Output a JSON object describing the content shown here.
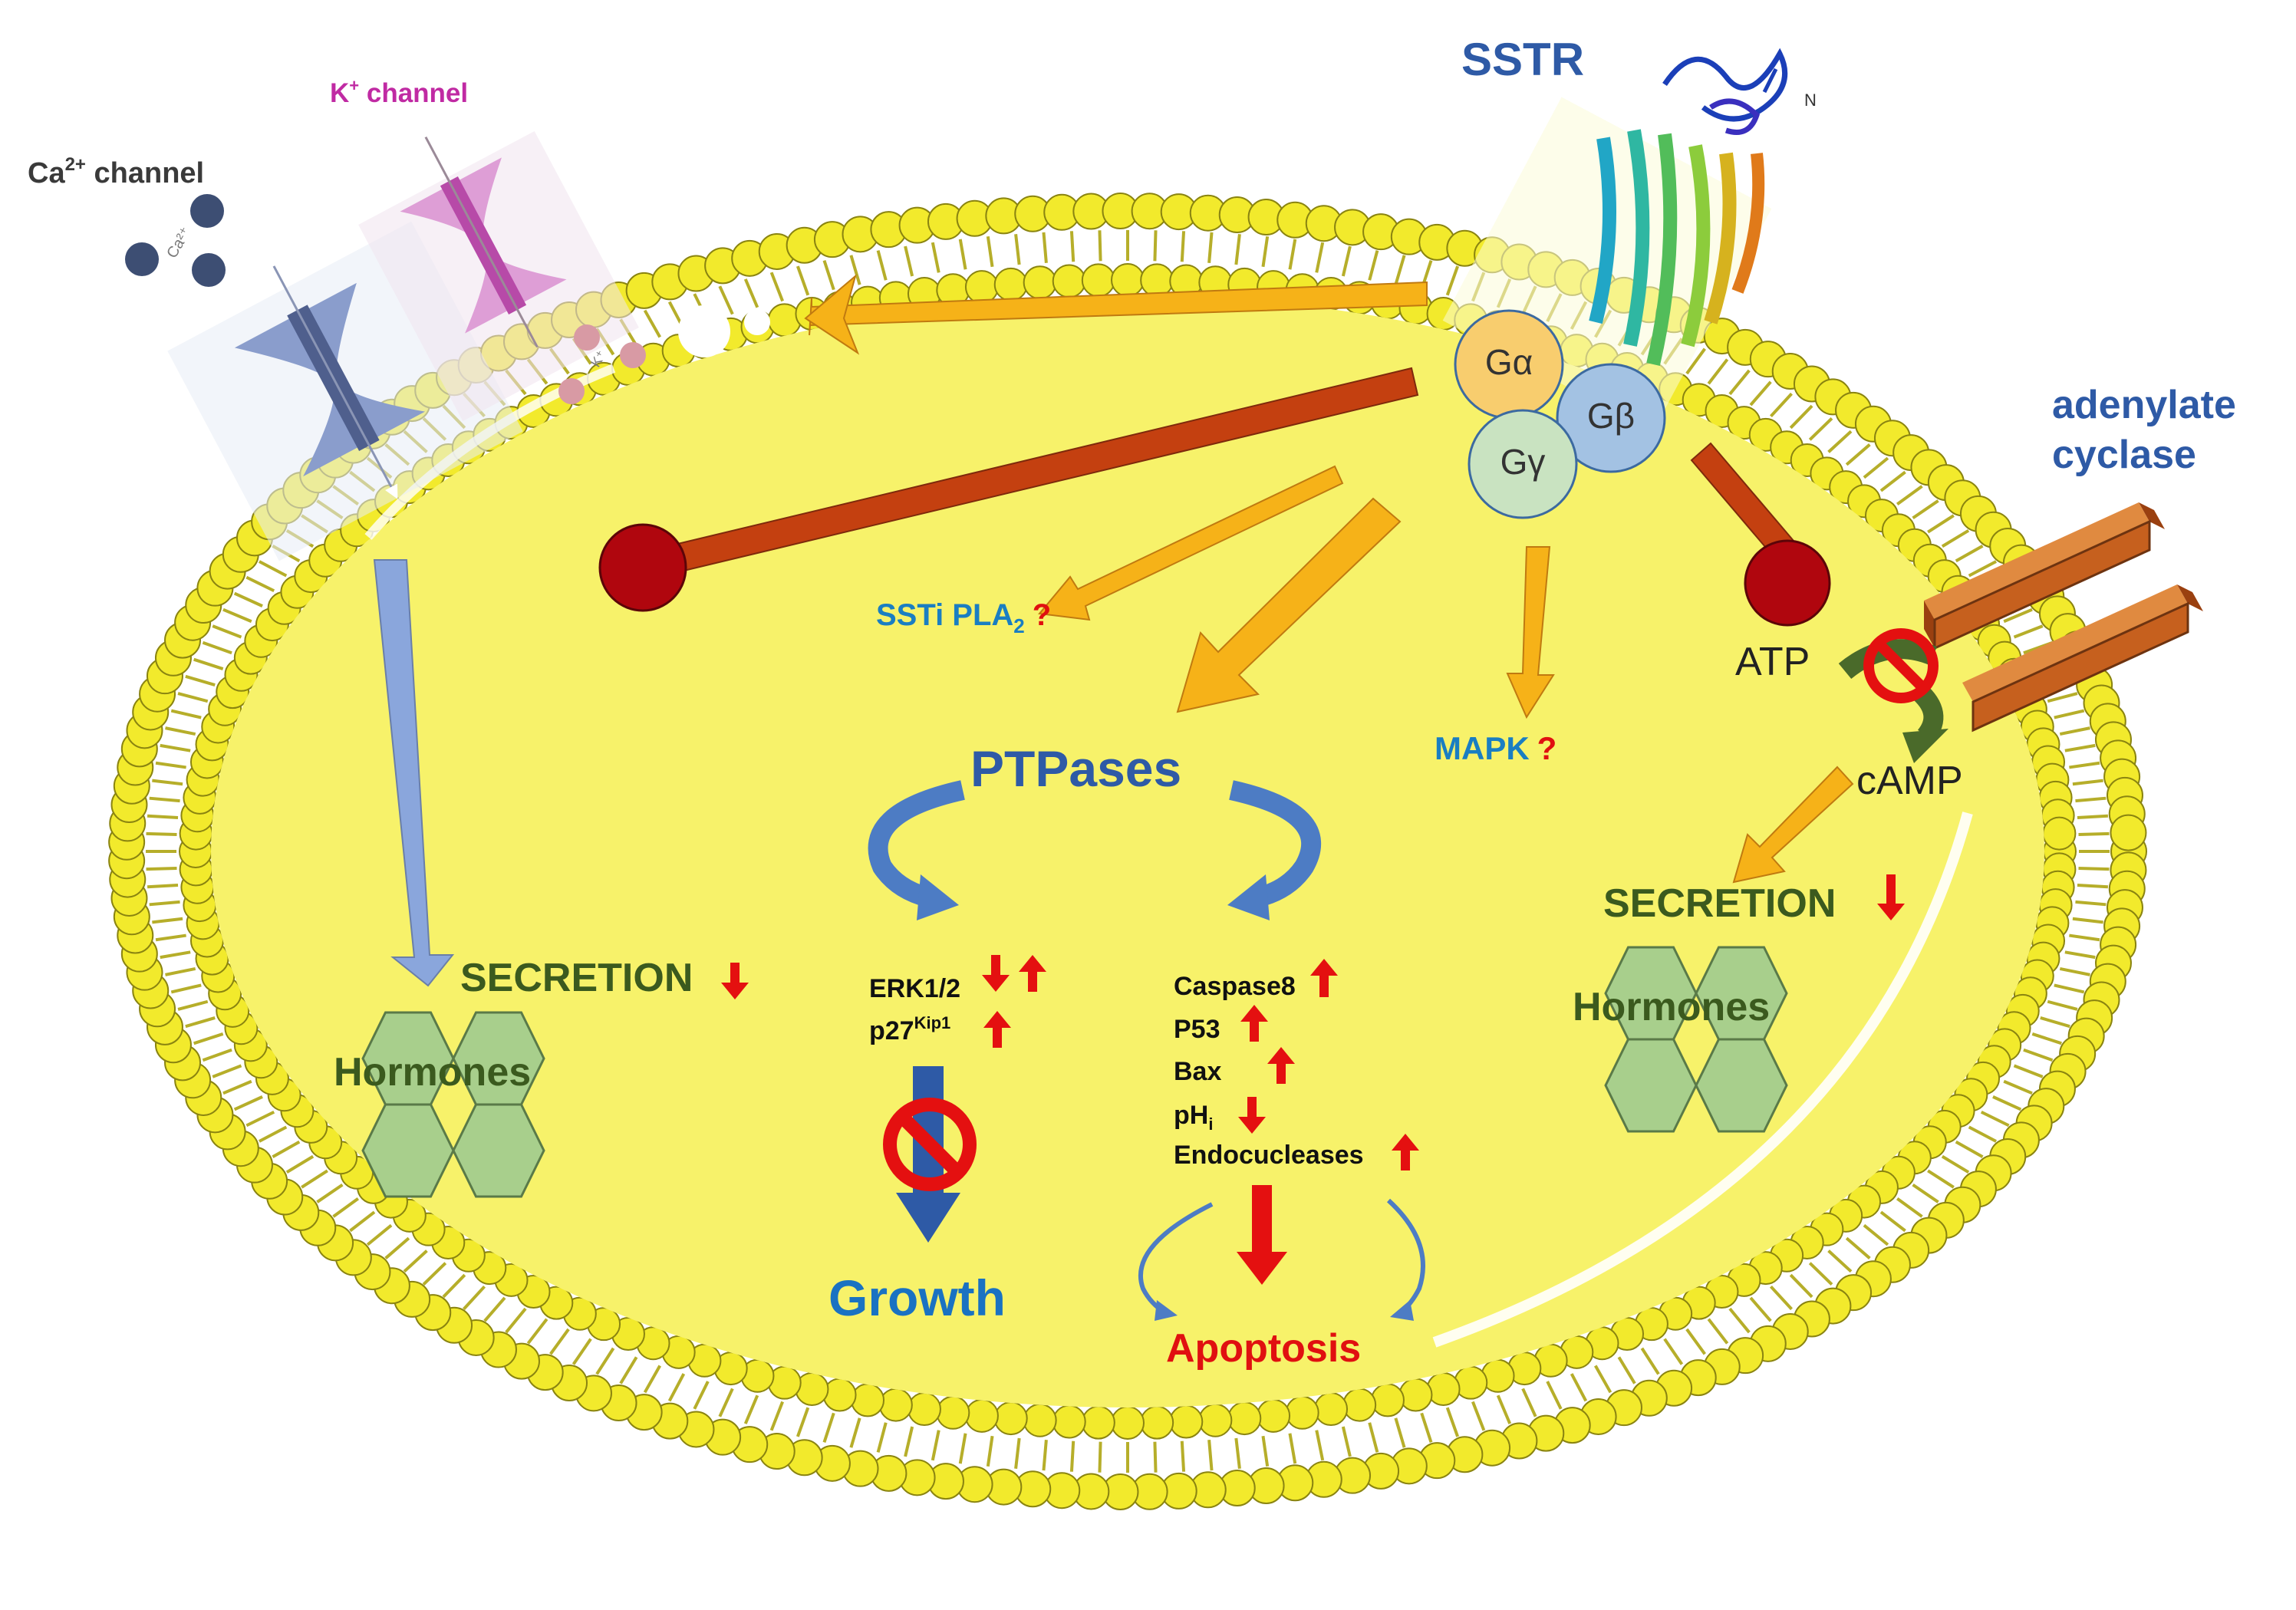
{
  "colors": {
    "membrane_bead": "#f2ea2c",
    "bead_stroke": "#8a8410",
    "cytoplasm": "#f7f26a",
    "orange_arrow": "#f6b218",
    "inhibit_bar": "#c44010",
    "inhibit_head": "#b0060e",
    "blue_text": "#2e5aa6",
    "cyan_text": "#1a7ec2",
    "red_text": "#e01010",
    "dark_green_text": "#3b5a1e",
    "hexagon": "#a8cf8c",
    "adenylate": "#c6601e"
  },
  "icons": {
    "ca_channel": "ion-channel-icon",
    "k_channel": "ion-channel-icon",
    "receptor": "protein-ribbon-icon",
    "up": "red-up-arrow-icon",
    "down": "red-down-arrow-icon",
    "block": "prohibition-sign-icon"
  },
  "labels": {
    "ca_channel": "Ca",
    "ca_sup": "2+",
    "ca_rest": " channel",
    "ca_ion": "Ca²⁺",
    "k_channel": "K",
    "k_sup": "+",
    "k_rest": " channel",
    "k_ion": "K⁺",
    "sstr": "SSTR",
    "galpha": "Gα",
    "gbeta": "Gβ",
    "ggamma": "Gγ",
    "adenylate_1": "adenylate",
    "adenylate_2": "cyclase",
    "ssti_pla2": "SSTi PLA",
    "ssti_sub": "2",
    "question": "?",
    "mapk": "MAPK",
    "atp": "ATP",
    "camp": "cAMP",
    "ptpases": "PTPases",
    "secretion_left": "SECRETION",
    "secretion_right": "SECRETION",
    "hormones_left": "Hormones",
    "hormones_right": "Hormones",
    "erk": "ERK1/2",
    "p27": "p27",
    "p27_sup": "Kip1",
    "caspase": "Caspase8",
    "p53": "P53",
    "bax": "Bax",
    "phi": "pH",
    "phi_sub": "i",
    "endo": "Endocucleases",
    "growth": "Growth",
    "apoptosis": "Apoptosis"
  }
}
